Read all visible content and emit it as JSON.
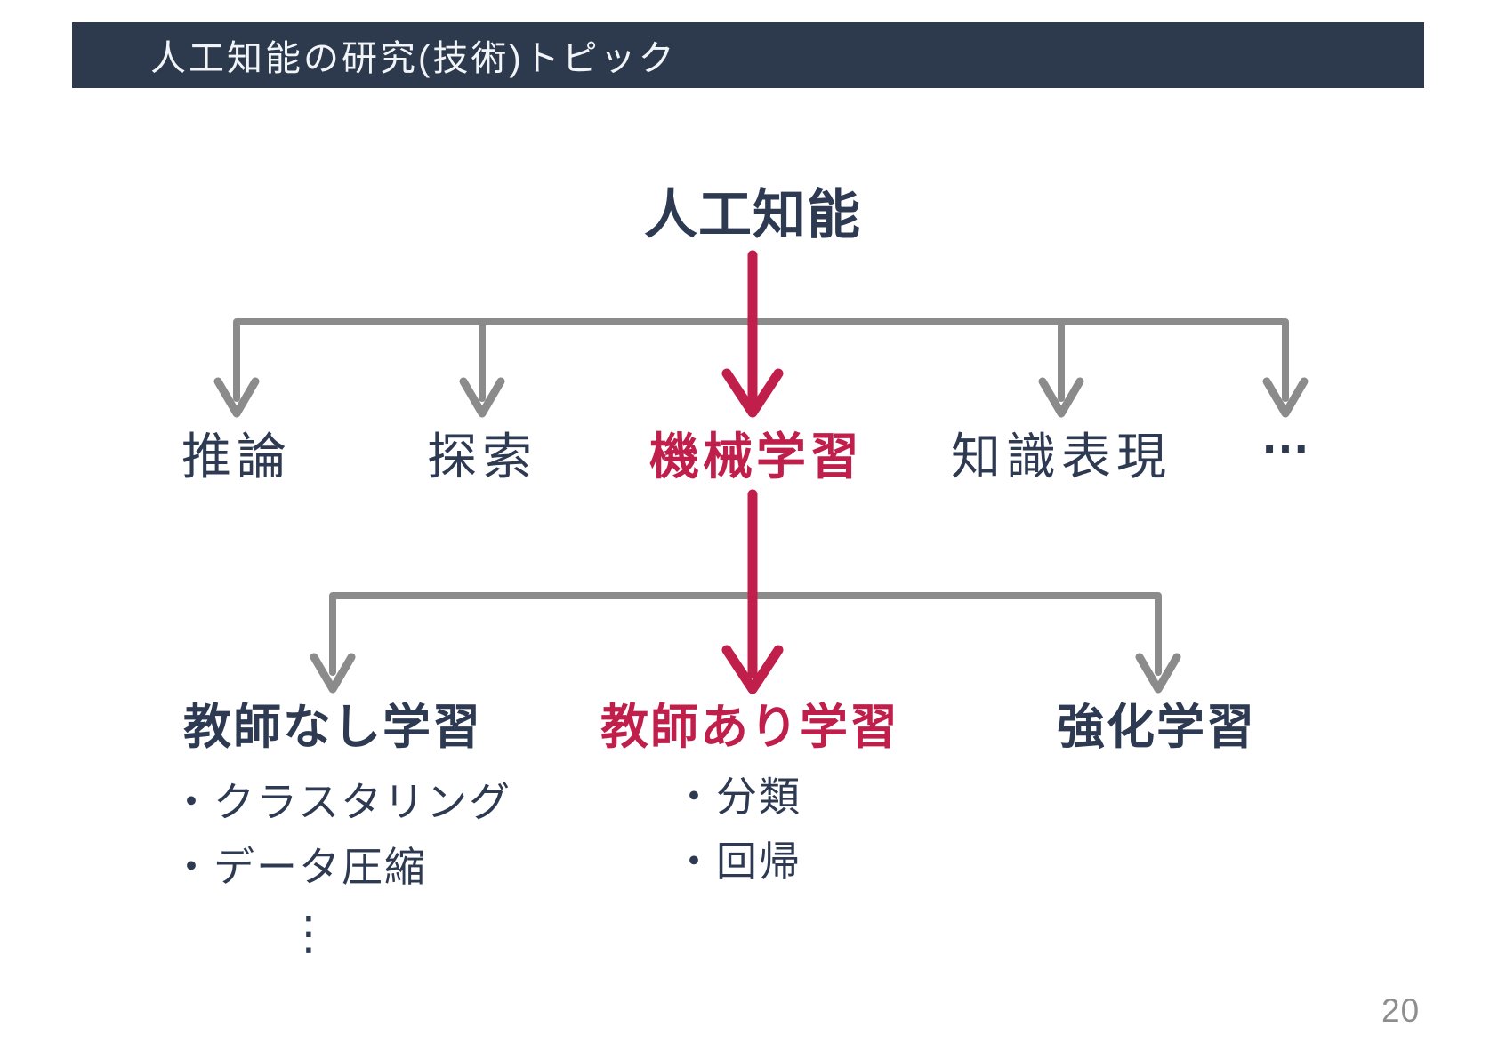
{
  "slide": {
    "title": "人工知能の研究(技術)トピック",
    "page_number": "20"
  },
  "colors": {
    "background": "#FFFFFF",
    "title_bar_bg": "#2D394D",
    "title_text": "#F2F5F7",
    "heading_navy": "#2D3A52",
    "accent_red": "#C01F4B",
    "connector_gray": "#8B8B8B",
    "page_number_gray": "#8E8E8E"
  },
  "tree": {
    "root": {
      "label": "人工知能"
    },
    "level1": [
      {
        "label": "推論"
      },
      {
        "label": "探索"
      },
      {
        "label": "機械学習",
        "emphasis": true
      },
      {
        "label": "知識表現"
      },
      {
        "label": "…"
      }
    ],
    "level2": [
      {
        "label": "教師なし学習"
      },
      {
        "label": "教師あり学習",
        "emphasis": true
      },
      {
        "label": "強化学習"
      }
    ],
    "unsupervised_examples": {
      "items": [
        "・クラスタリング",
        "・データ圧縮"
      ],
      "ellipsis": "⋮"
    },
    "supervised_examples": {
      "items": [
        "・分類",
        "・回帰"
      ]
    }
  }
}
